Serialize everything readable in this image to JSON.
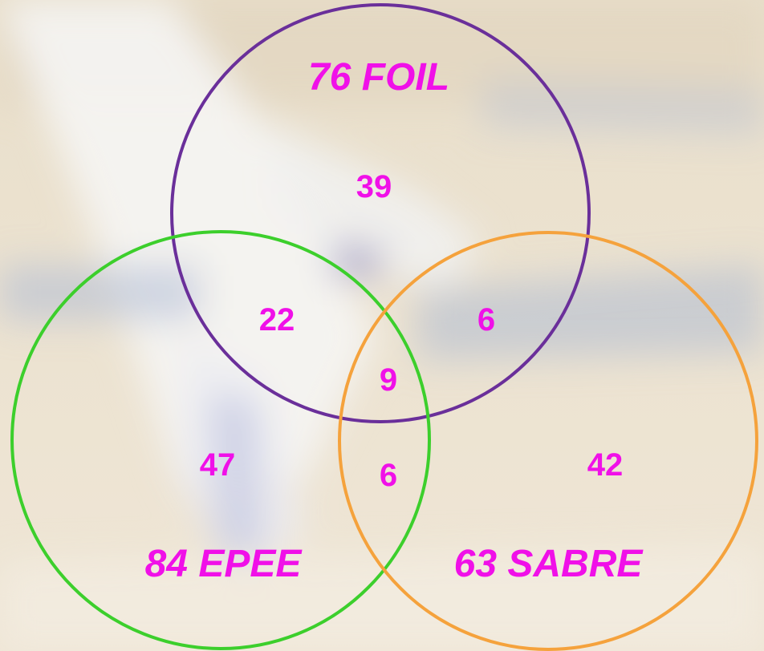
{
  "colors": {
    "text": "#f010e8",
    "foil_circle": "#6a2f9a",
    "epee_circle": "#3ccf2c",
    "sabre_circle": "#f5a23c",
    "background": "#ece2cf"
  },
  "sets": {
    "foil": {
      "label": "76  FOIL"
    },
    "epee": {
      "label": "84  EPEE"
    },
    "sabre": {
      "label": "63  SABRE"
    }
  },
  "regions": {
    "foil_only": "39",
    "foil_epee": "22",
    "foil_sabre": "6",
    "all_three": "9",
    "epee_sabre": "6",
    "epee_only": "47",
    "sabre_only": "42"
  }
}
